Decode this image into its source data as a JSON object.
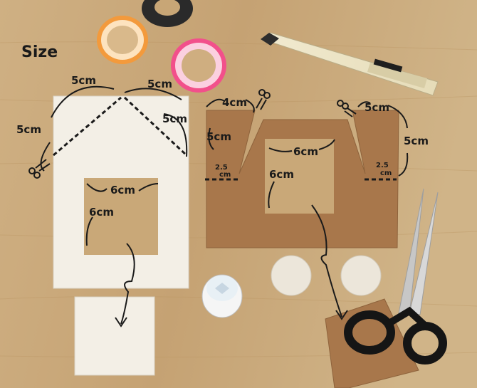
{
  "title": "Size",
  "labels": {
    "white_roof_left": "5cm",
    "white_roof_right": "5cm",
    "white_side_left": "5cm",
    "white_side_right": "5cm",
    "white_window_w": "6cm",
    "white_window_h": "6cm",
    "brown_left_top": "4cm",
    "brown_left_side": "5cm",
    "brown_left_notch": "2.5",
    "brown_left_notch_unit": "cm",
    "brown_window_w": "6cm",
    "brown_window_h": "6cm",
    "brown_right_top": "5cm",
    "brown_right_side": "5cm",
    "brown_right_notch": "2.5",
    "brown_right_notch_unit": "cm"
  },
  "colors": {
    "table": "#c9a878",
    "white_card": "#f3efe6",
    "kraft_card": "#a8774b",
    "ink": "#1a1a1a",
    "tape_orange": "#f08a2c",
    "tape_pink": "#f0508a"
  },
  "objects": [
    "washi-tape-rolls",
    "utility-knife",
    "white-card-house",
    "kraft-card-frame",
    "glue-bottle",
    "white-circles",
    "scissors",
    "ink-scissor-icons"
  ]
}
